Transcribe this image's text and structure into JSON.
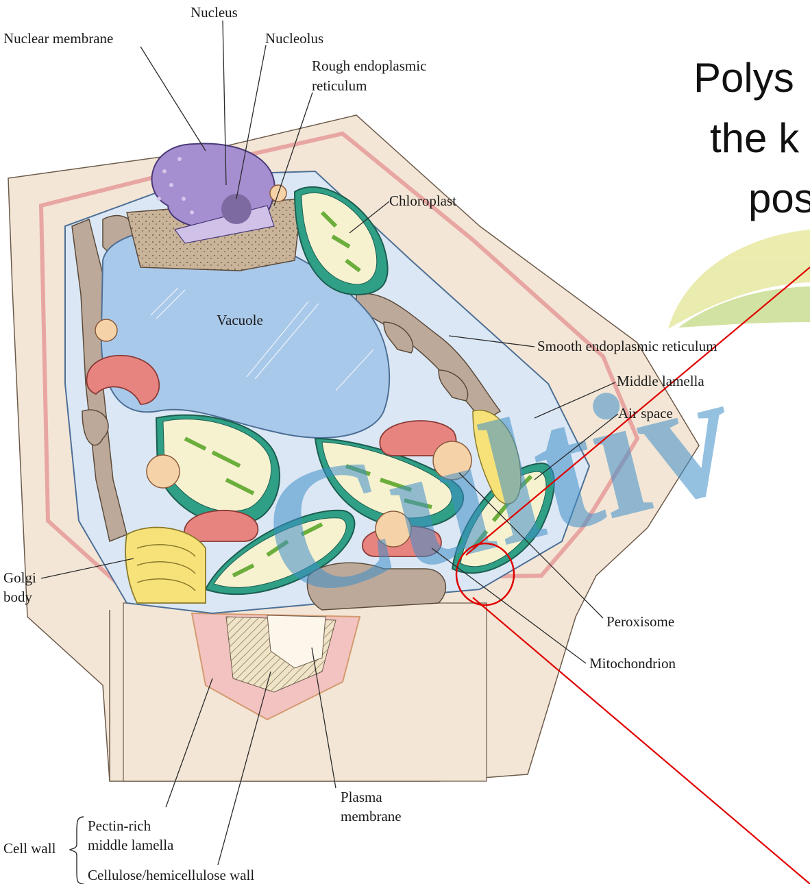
{
  "slide_text": {
    "line1": "Polys",
    "line2": "the k",
    "line3": "pos"
  },
  "watermark": "Cultiv",
  "labels": {
    "nucleus": "Nucleus",
    "nuclear_membrane": "Nuclear membrane",
    "nucleolus": "Nucleolus",
    "rough_er_1": "Rough endoplasmic",
    "rough_er_2": "reticulum",
    "chloroplast": "Chloroplast",
    "vacuole": "Vacuole",
    "smooth_er": "Smooth endoplasmic reticulum",
    "middle_lamella": "Middle lamella",
    "air_space": "Air space",
    "golgi_1": "Golgi",
    "golgi_2": "body",
    "peroxisome": "Peroxisome",
    "mitochondrion": "Mitochondrion",
    "plasma_membrane_1": "Plasma",
    "plasma_membrane_2": "membrane",
    "cell_wall": "Cell wall",
    "pectin_1": "Pectin-rich",
    "pectin_2": "middle lamella",
    "cellulose": "Cellulose/hemicellulose wall"
  },
  "colors": {
    "cell_wall": "#f3e6d6",
    "middle_lamella": "#f2c3c0",
    "cytoplasm": "#dbe7f4",
    "vacuole": "#a9c9ea",
    "nucleus": "#a58fd0",
    "chloroplast": "#2f9f86",
    "thylakoid": "#6cae3c",
    "mitochondrion": "#e88480",
    "er": "#bca999",
    "golgi": "#f7e27a",
    "highlight": "#e00000",
    "watermark": "#3f8fc9",
    "leaf_yellow": "#e6e79a",
    "leaf_green": "#c7dc8b"
  }
}
